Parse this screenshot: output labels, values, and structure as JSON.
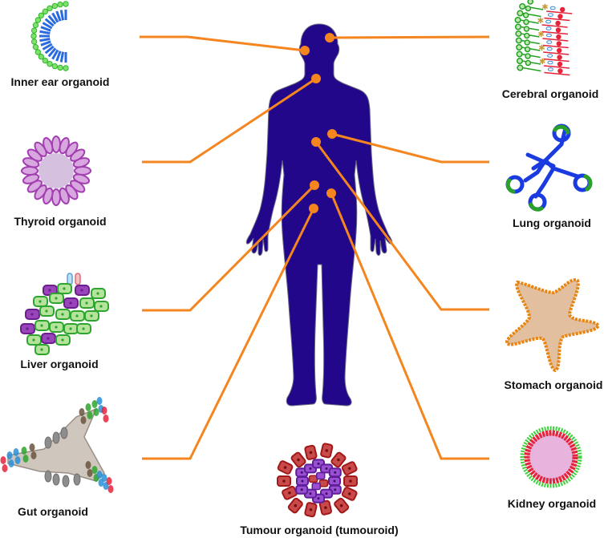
{
  "diagram": {
    "title": "",
    "colors": {
      "body": "#23078a",
      "connector": "#f5851f",
      "background": "#ffffff",
      "label_text": "#111111"
    },
    "organoids": [
      {
        "id": "inner-ear",
        "label": "Inner ear organoid",
        "side": "left",
        "organ": "ear"
      },
      {
        "id": "thyroid",
        "label": "Thyroid organoid",
        "side": "left",
        "organ": "thyroid"
      },
      {
        "id": "liver",
        "label": "Liver organoid",
        "side": "left",
        "organ": "liver"
      },
      {
        "id": "gut",
        "label": "Gut organoid",
        "side": "left",
        "organ": "intestine"
      },
      {
        "id": "tumour",
        "label": "Tumour organoid (tumouroid)",
        "side": "bottom",
        "organ": "lower abdomen"
      },
      {
        "id": "cerebral",
        "label": "Cerebral organoid",
        "side": "right",
        "organ": "brain"
      },
      {
        "id": "lung",
        "label": "Lung organoid",
        "side": "right",
        "organ": "lung"
      },
      {
        "id": "stomach",
        "label": "Stomach organoid",
        "side": "right",
        "organ": "stomach"
      },
      {
        "id": "kidney",
        "label": "Kidney organoid",
        "side": "right",
        "organ": "kidney"
      }
    ]
  }
}
